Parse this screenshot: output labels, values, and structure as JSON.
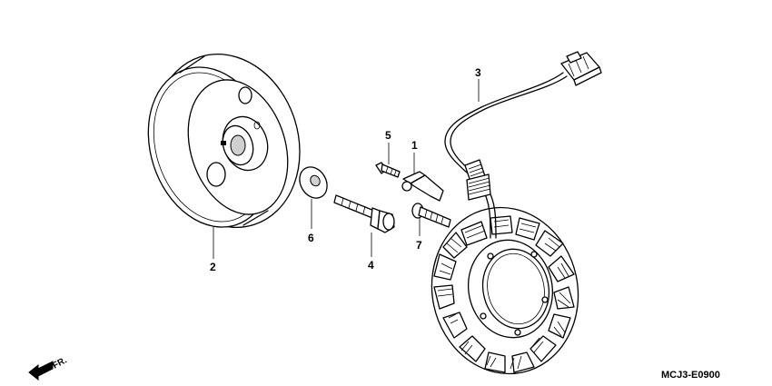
{
  "callouts": {
    "c1": "1",
    "c2": "2",
    "c3": "3",
    "c4": "4",
    "c5": "5",
    "c6": "6",
    "c7": "7"
  },
  "direction_label": "FR.",
  "diagram_code": "MCJ3-E0900"
}
